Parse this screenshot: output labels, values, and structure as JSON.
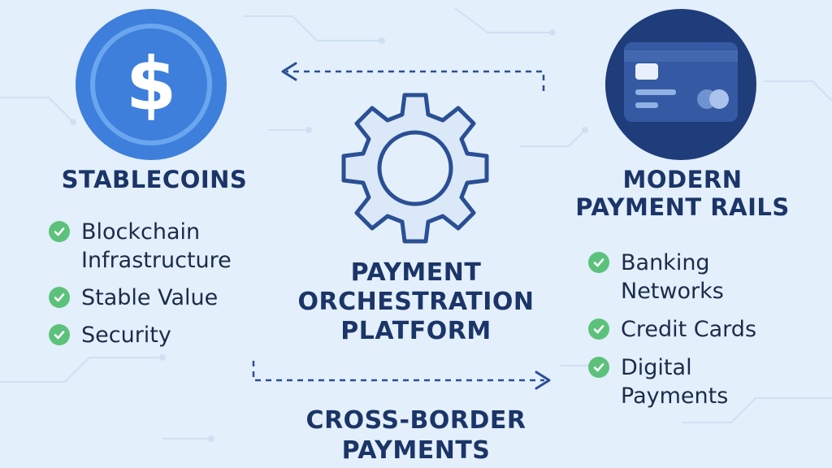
{
  "colors": {
    "background": "#e3effb",
    "heading": "#1b3568",
    "body_text": "#1b2c4a",
    "coin_blue": "#3e7fdc",
    "card_navy": "#1f3d7a",
    "gear_fill": "#dbe8f8",
    "gear_stroke": "#2a4f94",
    "check_green": "#5cc27b",
    "arrow": "#2a4f94"
  },
  "icons": {
    "stablecoin": "dollar-coin-icon",
    "payment_rails": "credit-card-icon",
    "orchestration": "gear-icon",
    "checkmark": "check-circle-icon"
  },
  "stablecoins": {
    "title": "STABLECOINS",
    "coin_symbol": "$",
    "features": [
      "Blockchain Infrastructure",
      "Stable Value",
      "Security"
    ]
  },
  "payment_rails": {
    "title_line1": "MODERN",
    "title_line2": "PAYMENT RAILS",
    "features": [
      "Banking Networks",
      "Credit Cards",
      "Digital Payments"
    ]
  },
  "orchestration": {
    "title_line1": "PAYMENT",
    "title_line2": "ORCHESTRATION",
    "title_line3": "PLATFORM"
  },
  "cross_border": {
    "title_line1": "CROSS-BORDER",
    "title_line2": "PAYMENTS"
  }
}
